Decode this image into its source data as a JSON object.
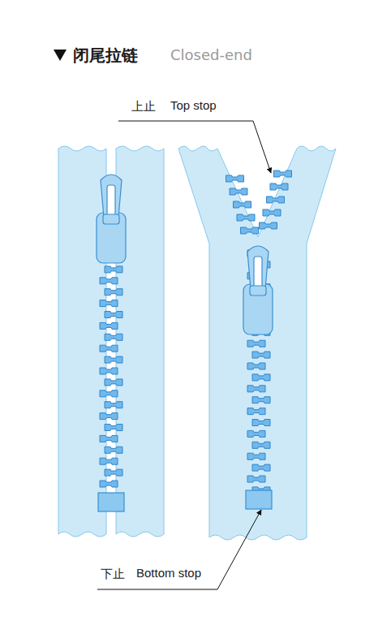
{
  "diagram": {
    "title": "闭尾拉链",
    "labels": [
      "Closed-end",
      "上止",
      "Top stop",
      "下止",
      "Bottom stop"
    ]
  }
}
